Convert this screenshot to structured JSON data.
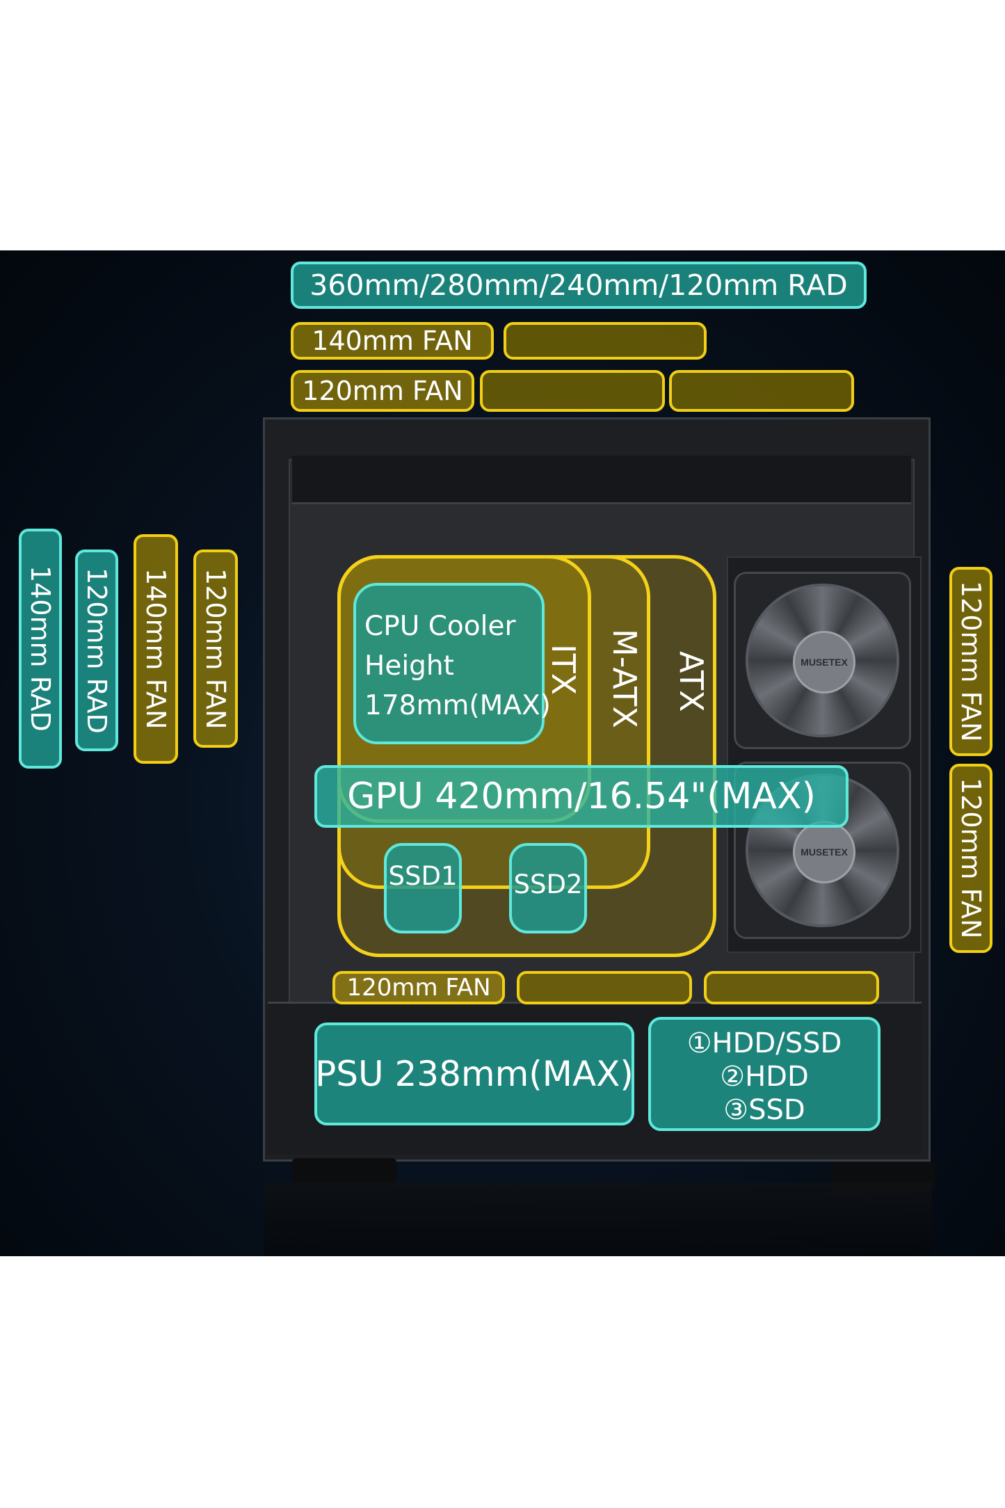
{
  "labels": {
    "top_rad": "360mm/280mm/240mm/120mm RAD",
    "top_fan_140": "140mm FAN",
    "top_fan_120": "120mm FAN",
    "side_140_rad": "140mm RAD",
    "side_120_rad": "120mm RAD",
    "side_140_fan": "140mm FAN",
    "side_120_fan": "120mm FAN",
    "right_fan_top": "120mm FAN",
    "right_fan_bottom": "120mm FAN",
    "board_itx": "ITX",
    "board_matx": "M-ATX",
    "board_atx": "ATX",
    "cpu_cooler": [
      "CPU Cooler",
      "Height",
      "178mm(MAX)"
    ],
    "gpu": "GPU 420mm/16.54\"(MAX)",
    "ssd1": "SSD1",
    "ssd2": "SSD2",
    "bottom_fan": "120mm FAN",
    "psu": "PSU 238mm(MAX)",
    "drives": [
      "①HDD/SSD",
      "②HDD",
      "③SSD"
    ],
    "fan_brand": "MUSETEX"
  },
  "colors": {
    "yellow_border": "#f1cf16",
    "teal_border": "#5fe8dc",
    "teal_fill": "#1e968c",
    "background": "#08121f"
  }
}
